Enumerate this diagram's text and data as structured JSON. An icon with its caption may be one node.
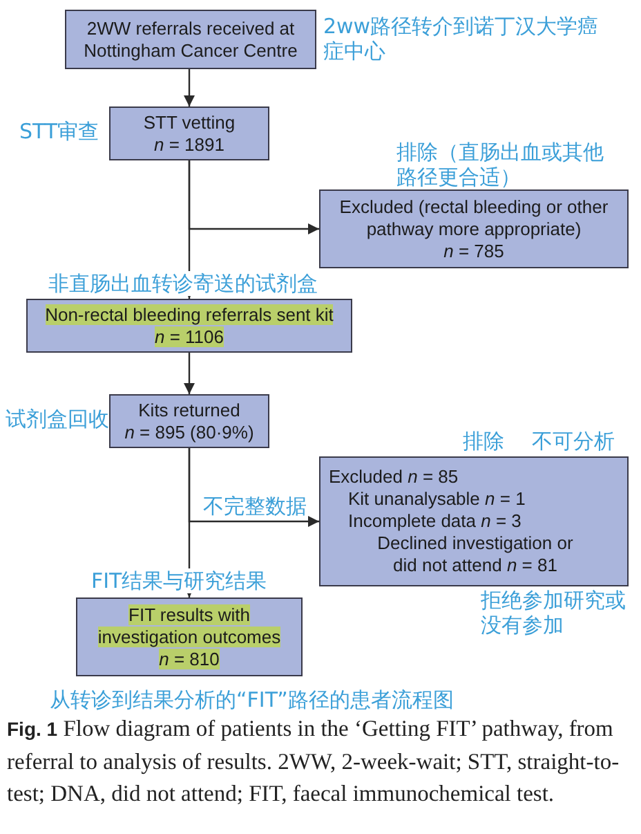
{
  "diagram": {
    "caption": "**Fig. 1** Flow diagram of patients in the ‘Getting FIT’ pathway, from referral to analysis of results. 2WW, 2-week-wait; STT, straight-to-test; DNA, did not attend; FIT, faecal immunochemical test.",
    "nodes": [
      {
        "text": [
          "2WW referrals received at Nottingham Cancer Centre"
        ],
        "beside": [
          "2ww路径转介到诺丁汉大学癌症中心"
        ]
      },
      {
        "text": [
          "STT vetting",
          "*n* = 1891"
        ],
        "beside": [
          "STT审查"
        ]
      },
      {
        "text": [
          "Excluded (rectal bleeding or other pathway more appropriate)",
          "*n* = 785"
        ],
        "beside": [
          "排除（直肠出血或其他路径更合适）"
        ]
      },
      {
        "text": [
          "Non-rectal bleeding referrals sent kit",
          "*n* = 1106"
        ],
        "beside": [
          "非直肠出血转诊寄送的试剂盒"
        ]
      },
      {
        "text": [
          "Kits returned",
          "*n* = 895 (80·9%)"
        ],
        "beside": [
          "试剂盒回收"
        ]
      },
      {
        "text": [
          "Excluded *n* = 85",
          "Kit unanalysable *n* = 1",
          "Incomplete data *n* = 3",
          "Declined investigation or did not attend *n* = 81"
        ],
        "beside": [
          "排除",
          "不可分析",
          "不完整数据",
          "拒绝参加研究或没有参加"
        ]
      },
      {
        "text": [
          "FIT results with investigation outcomes",
          "*n* = 810"
        ],
        "beside": [
          "FIT结果与研究结果"
        ]
      }
    ],
    "edges": [
      {
        "from": 0,
        "to": 1,
        "arrow": "to"
      },
      {
        "from": 1,
        "to": 3,
        "arrow": "to"
      },
      {
        "from": 1,
        "to": 2,
        "arrow": "to"
      },
      {
        "from": 3,
        "to": 4,
        "arrow": "to"
      },
      {
        "from": 4,
        "to": 6,
        "arrow": "to"
      },
      {
        "from": 4,
        "to": 5,
        "arrow": "to"
      }
    ],
    "labels": [
      "从转诊到结果分析的“FIT”路径的患者流程图"
    ]
  }
}
